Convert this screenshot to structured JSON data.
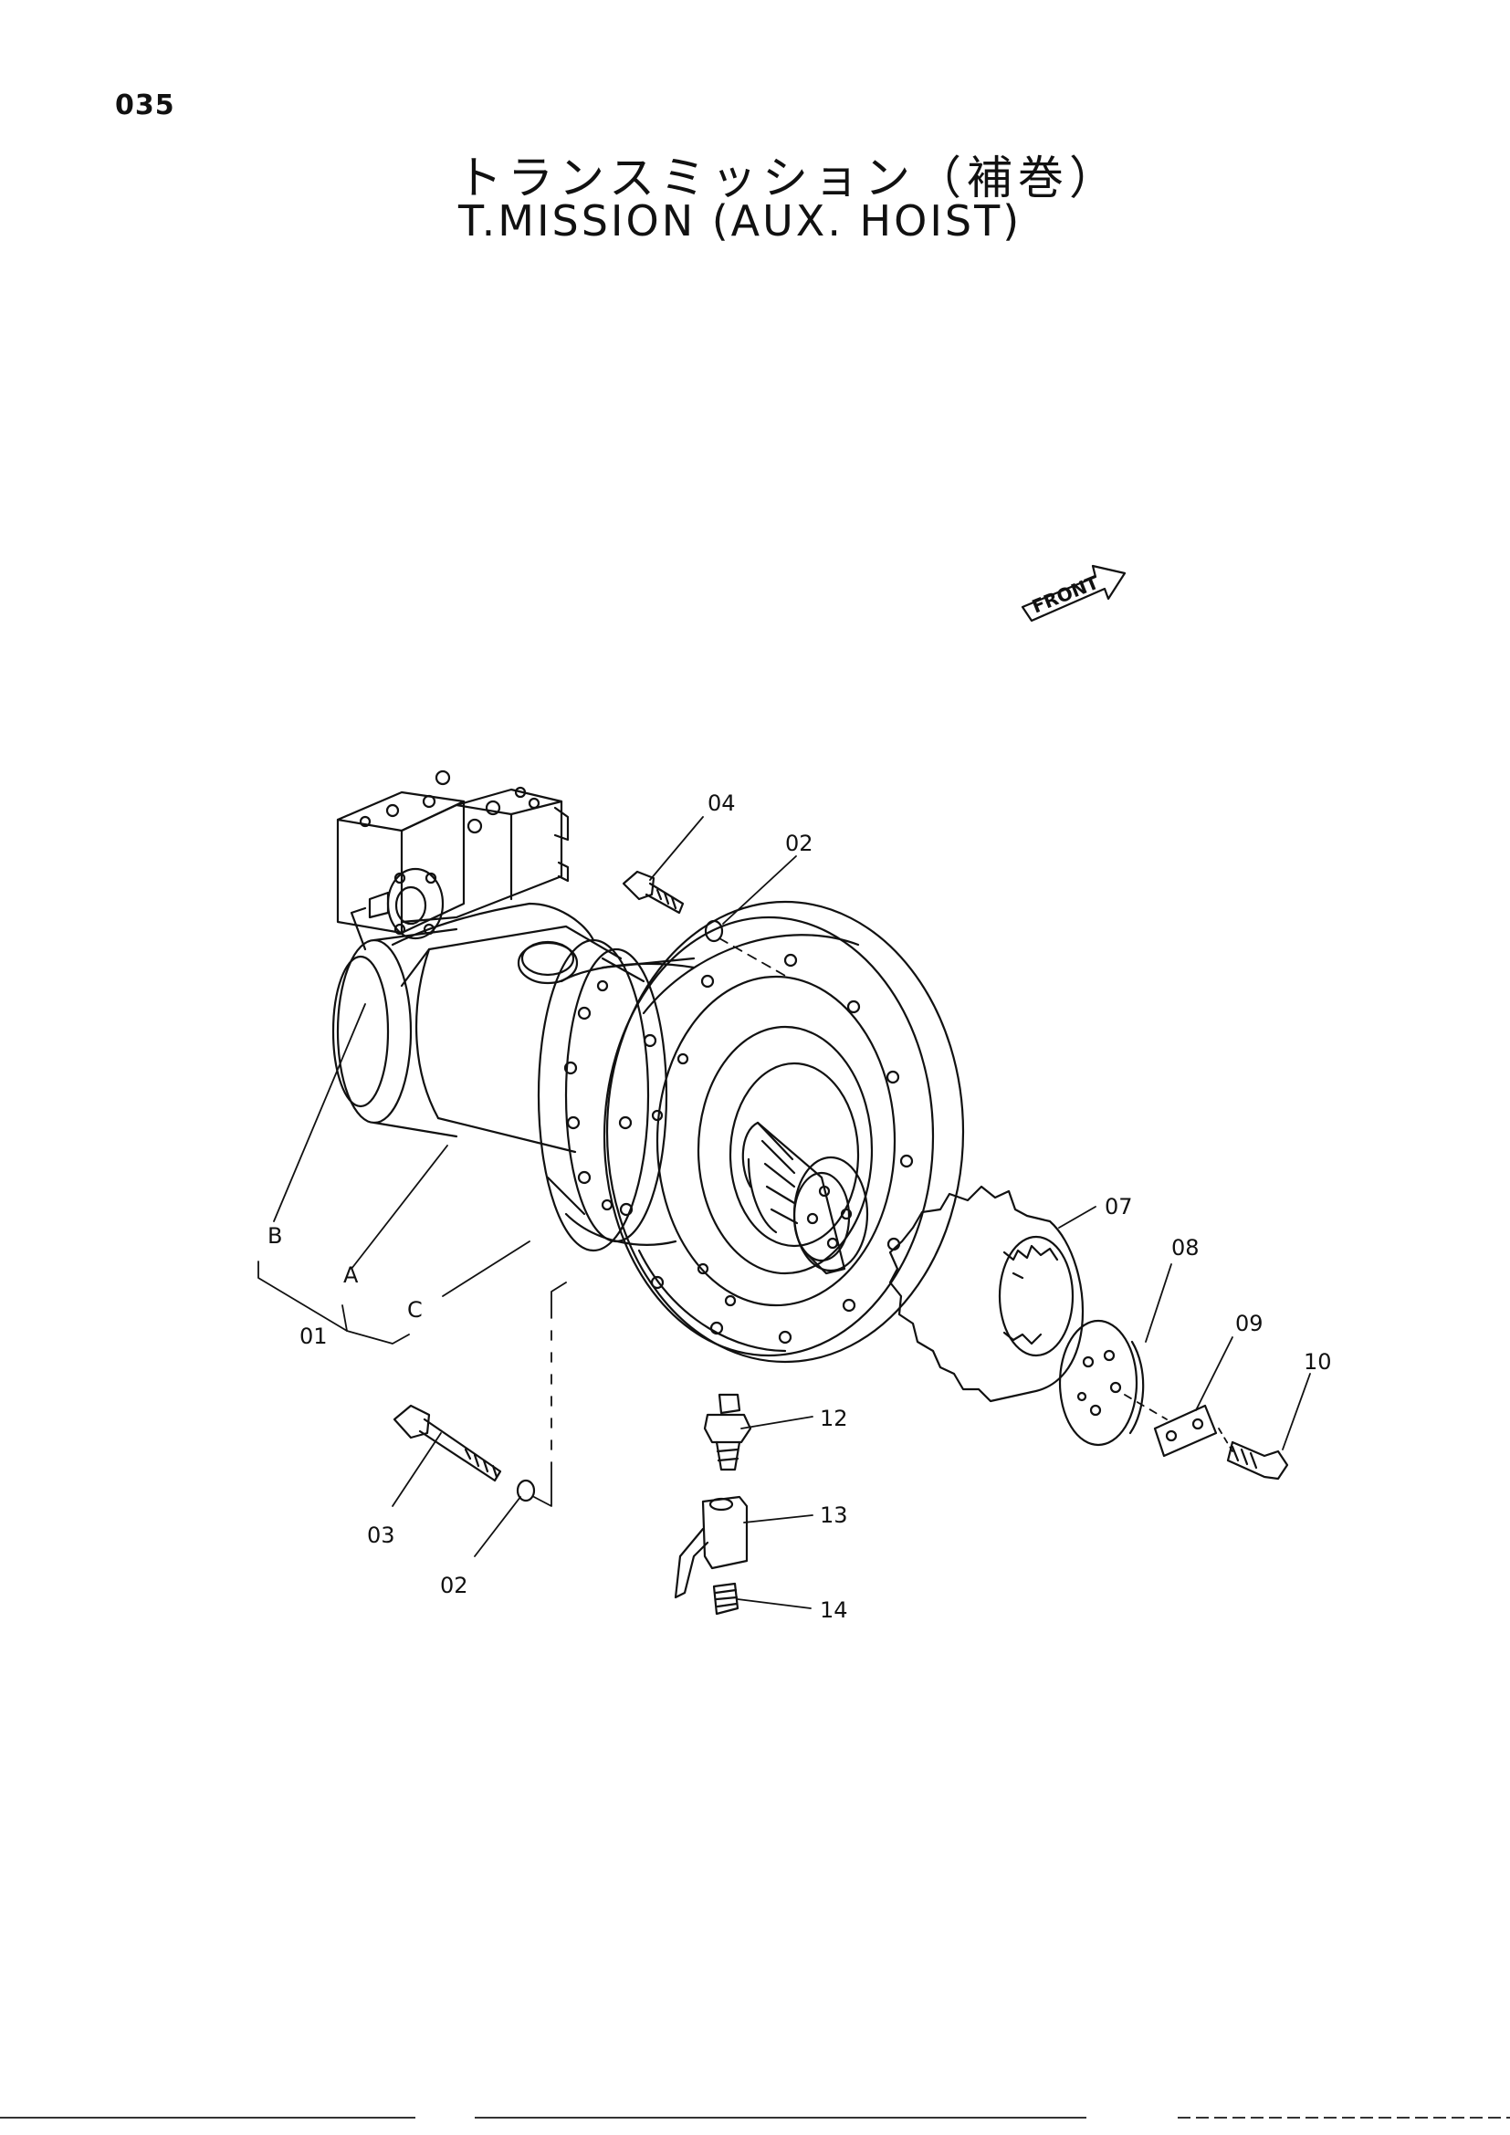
{
  "page": {
    "number": "035"
  },
  "title": {
    "japanese": "トランスミッション（補巻）",
    "english": "T.MISSION (AUX. HOIST)"
  },
  "front_indicator": {
    "label": "FRONT"
  },
  "callouts": {
    "c01": "01",
    "c02a": "02",
    "c02b": "02",
    "c03": "03",
    "c04": "04",
    "c07": "07",
    "c08": "08",
    "c09": "09",
    "c10": "10",
    "c12": "12",
    "c13": "13",
    "c14": "14",
    "cA": "A",
    "cB": "B",
    "cC": "C"
  }
}
